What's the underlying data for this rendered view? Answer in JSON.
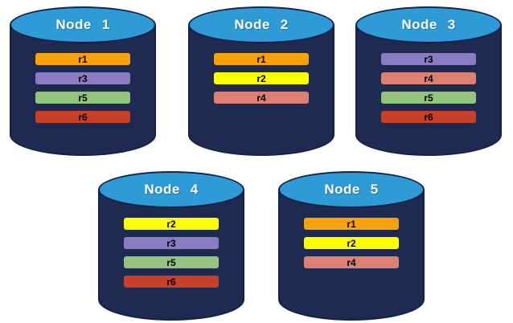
{
  "background": "#FFFFFF",
  "colors": {
    "cylinder_body": "#1E2A4F",
    "cylinder_outline": "#14214A",
    "cylinder_top": "#2E9BD6",
    "title_text": "#FFFFFF",
    "bar_text": "#000000"
  },
  "replica_colors": {
    "r1": "#F9A109",
    "r2": "#FFFF00",
    "r3": "#8A7CC2",
    "r4": "#DC8172",
    "r5": "#93C47D",
    "r6": "#C6402A"
  },
  "nodes": [
    {
      "title": "Node 1",
      "replicas": [
        {
          "label": "r1",
          "color": "#F9A109"
        },
        {
          "label": "r3",
          "color": "#8A7CC2"
        },
        {
          "label": "r5",
          "color": "#93C47D"
        },
        {
          "label": "r6",
          "color": "#C6402A"
        }
      ]
    },
    {
      "title": "Node 2",
      "replicas": [
        {
          "label": "r1",
          "color": "#F9A109"
        },
        {
          "label": "r2",
          "color": "#FFFF00"
        },
        {
          "label": "r4",
          "color": "#DC8172"
        }
      ]
    },
    {
      "title": "Node 3",
      "replicas": [
        {
          "label": "r3",
          "color": "#8A7CC2"
        },
        {
          "label": "r4",
          "color": "#DC8172"
        },
        {
          "label": "r5",
          "color": "#93C47D"
        },
        {
          "label": "r6",
          "color": "#C6402A"
        }
      ]
    },
    {
      "title": "Node 4",
      "replicas": [
        {
          "label": "r2",
          "color": "#FFFF00"
        },
        {
          "label": "r3",
          "color": "#8A7CC2"
        },
        {
          "label": "r5",
          "color": "#93C47D"
        },
        {
          "label": "r6",
          "color": "#C6402A"
        }
      ]
    },
    {
      "title": "Node 5",
      "replicas": [
        {
          "label": "r1",
          "color": "#F9A109"
        },
        {
          "label": "r2",
          "color": "#FFFF00"
        },
        {
          "label": "r4",
          "color": "#DC8172"
        }
      ]
    }
  ]
}
